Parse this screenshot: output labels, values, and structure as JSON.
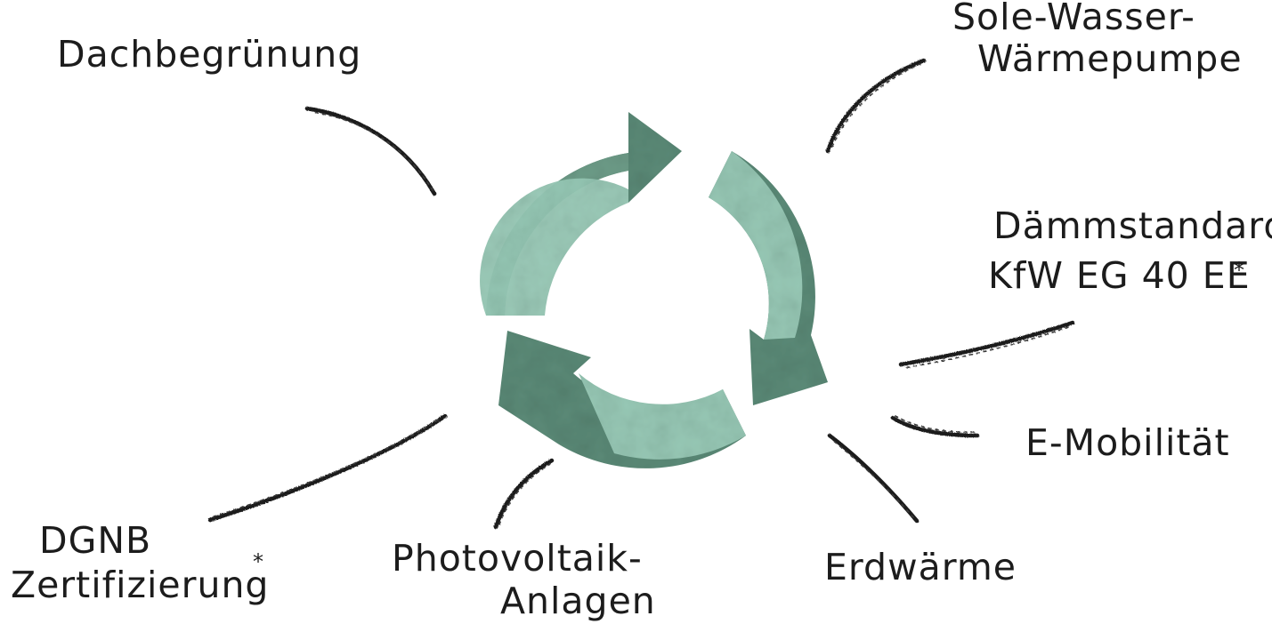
{
  "colors": {
    "arrow_dark": "#5b8a77",
    "arrow_light": "#97c8b5",
    "ink": "#1c1c1c"
  },
  "cycle": {
    "icon": "recycle-cycle-icon"
  },
  "labels": {
    "dachbegruenung": "Dachbegrünung",
    "sole_line1": "Sole-Wasser-",
    "sole_line2": "Wärmepumpe",
    "daemm_line1": "Dämmstandard",
    "daemm_line2": "KfW EG 40 EE",
    "daemm_mark": "*",
    "emobilitaet": "E-Mobilität",
    "erdwaerme": "Erdwärme",
    "pv_line1": "Photovoltaik-",
    "pv_line2": "Anlagen",
    "dgnb_line1": "DGNB",
    "dgnb_line2": "Zertifizierung",
    "dgnb_mark": "*"
  }
}
